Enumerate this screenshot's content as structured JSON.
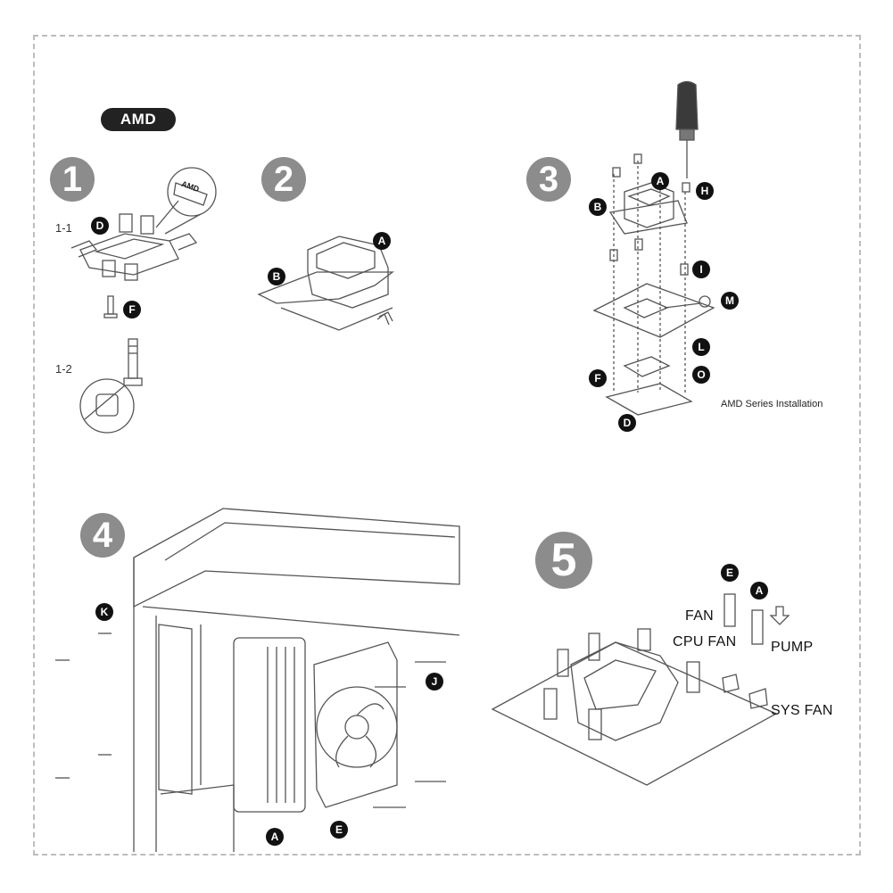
{
  "header": {
    "platform_label": "AMD"
  },
  "steps": [
    {
      "number": "1"
    },
    {
      "number": "2"
    },
    {
      "number": "3"
    },
    {
      "number": "4"
    },
    {
      "number": "5"
    }
  ],
  "step1": {
    "sub1": "1-1",
    "sub2": "1-2",
    "callouts": {
      "d": "D",
      "f": "F"
    },
    "zoom_text": "AMD"
  },
  "step2": {
    "callouts": {
      "a": "A",
      "b": "B"
    }
  },
  "step3": {
    "callouts": {
      "a": "A",
      "b": "B",
      "h": "H",
      "i": "I",
      "m": "M",
      "l": "L",
      "f": "F",
      "o": "O",
      "d": "D"
    },
    "caption": "AMD Series Installation"
  },
  "step4": {
    "callouts": {
      "k": "K",
      "j": "J",
      "a": "A",
      "e": "E"
    }
  },
  "step5": {
    "callouts": {
      "e": "E",
      "a": "A"
    },
    "labels": {
      "fan": "FAN",
      "cpu_fan": "CPU FAN",
      "pump": "PUMP",
      "sys_fan": "SYS FAN"
    }
  }
}
